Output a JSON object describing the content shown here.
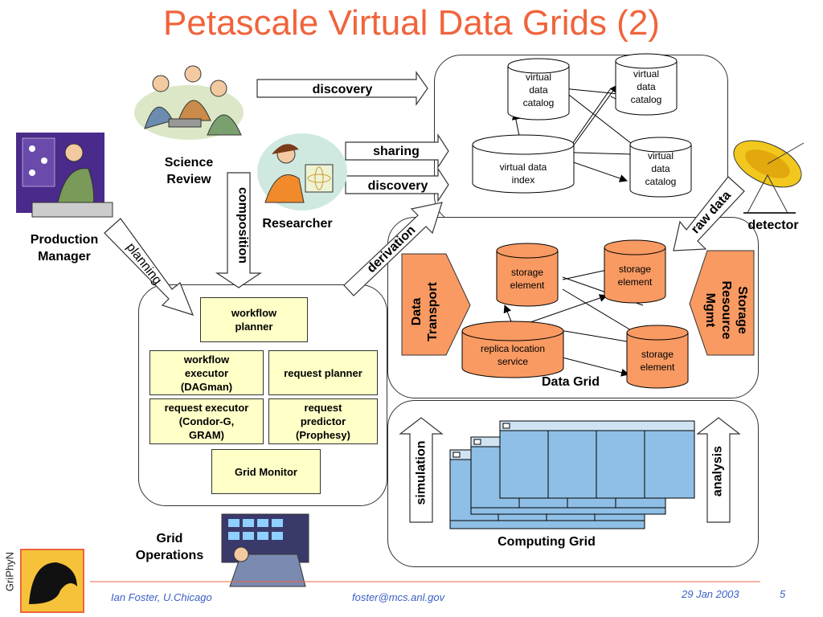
{
  "title": "Petascale Virtual Data Grids (2)",
  "actors": {
    "production_manager": "Production\nManager",
    "science_review": "Science\nReview",
    "researcher": "Researcher",
    "grid_operations": "Grid\nOperations",
    "detector": "detector"
  },
  "arrows": {
    "discovery_top": "discovery",
    "sharing": "sharing",
    "discovery_mid": "discovery",
    "composition": "composition",
    "planning": "planning",
    "derivation": "derivation",
    "raw_data": "raw data",
    "data_transport": "Data\nTransport",
    "storage_resource_mgmt": "Storage\nResource\nMgmt",
    "simulation": "simulation",
    "analysis": "analysis"
  },
  "catalogs": {
    "vdc1": "virtual\ndata\ncatalog",
    "vdc2": "virtual\ndata\ncatalog",
    "vdc3": "virtual\ndata\ncatalog",
    "vdi": "virtual data\nindex"
  },
  "data_grid": {
    "label": "Data Grid",
    "se1": "storage\nelement",
    "se2": "storage\nelement",
    "se3": "storage\nelement",
    "rls": "replica location\nservice"
  },
  "computing_grid": {
    "label": "Computing Grid"
  },
  "workflow": {
    "planner": "workflow\nplanner",
    "executor": "workflow\nexecutor\n(DAGman)",
    "request_planner": "request  planner",
    "request_executor": "request executor\n(Condor-G,\nGRAM)",
    "request_predictor": "request\npredictor\n(Prophesy)",
    "grid_monitor": "Grid Monitor"
  },
  "footer": {
    "author": "Ian Foster, U.Chicago",
    "email": "foster@mcs.anl.gov",
    "date": "29 Jan 2003",
    "page": "5",
    "logo_text": "GriPhyN"
  },
  "colors": {
    "title": "#f0643c",
    "storage": "#f89a62",
    "catalog": "#ffffff",
    "box": "#ffffc8",
    "window": "#8fbfe6",
    "footer_text": "#3a5fc4"
  }
}
